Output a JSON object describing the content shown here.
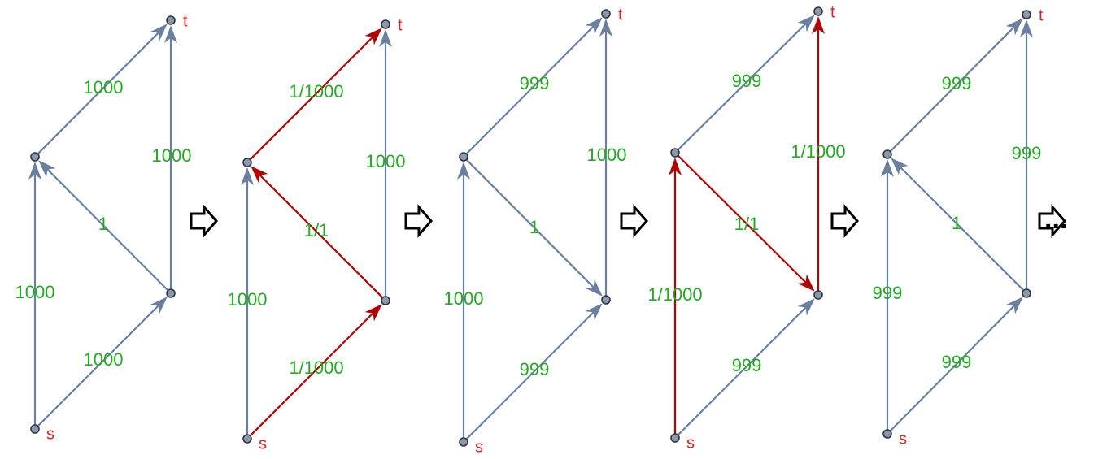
{
  "colors": {
    "edge_default": "#6b7fa0",
    "edge_highlight": "#b30000",
    "edge_label": "#22aa22",
    "node_label": "#dd2222",
    "node_fill": "#8b98a9",
    "node_stroke": "#2f3742"
  },
  "node_names": {
    "source": "s",
    "sink": "t"
  },
  "graphs": [
    {
      "edges": [
        {
          "from": "s",
          "to": "a",
          "label": "1000",
          "highlight": false
        },
        {
          "from": "s",
          "to": "b",
          "label": "1000",
          "highlight": false
        },
        {
          "from": "a",
          "to": "t",
          "label": "1000",
          "highlight": false
        },
        {
          "from": "b",
          "to": "t",
          "label": "1000",
          "highlight": false
        },
        {
          "from": "b",
          "to": "a",
          "label": "1",
          "highlight": false
        }
      ]
    },
    {
      "edges": [
        {
          "from": "s",
          "to": "a",
          "label": "1000",
          "highlight": false
        },
        {
          "from": "s",
          "to": "b",
          "label": "1/1000",
          "highlight": true
        },
        {
          "from": "a",
          "to": "t",
          "label": "1/1000",
          "highlight": true
        },
        {
          "from": "b",
          "to": "t",
          "label": "1000",
          "highlight": false
        },
        {
          "from": "b",
          "to": "a",
          "label": "1/1",
          "highlight": true
        }
      ]
    },
    {
      "edges": [
        {
          "from": "s",
          "to": "a",
          "label": "1000",
          "highlight": false
        },
        {
          "from": "s",
          "to": "b",
          "label": "999",
          "highlight": false
        },
        {
          "from": "a",
          "to": "t",
          "label": "999",
          "highlight": false
        },
        {
          "from": "b",
          "to": "t",
          "label": "1000",
          "highlight": false
        },
        {
          "from": "a",
          "to": "b",
          "label": "1",
          "highlight": false
        }
      ]
    },
    {
      "edges": [
        {
          "from": "s",
          "to": "a",
          "label": "1/1000",
          "highlight": true
        },
        {
          "from": "s",
          "to": "b",
          "label": "999",
          "highlight": false
        },
        {
          "from": "a",
          "to": "t",
          "label": "999",
          "highlight": false
        },
        {
          "from": "b",
          "to": "t",
          "label": "1/1000",
          "highlight": true
        },
        {
          "from": "a",
          "to": "b",
          "label": "1/1",
          "highlight": true
        }
      ]
    },
    {
      "edges": [
        {
          "from": "s",
          "to": "a",
          "label": "999",
          "highlight": false
        },
        {
          "from": "s",
          "to": "b",
          "label": "999",
          "highlight": false
        },
        {
          "from": "a",
          "to": "t",
          "label": "999",
          "highlight": false
        },
        {
          "from": "b",
          "to": "t",
          "label": "999",
          "highlight": false
        },
        {
          "from": "b",
          "to": "a",
          "label": "1",
          "highlight": false
        }
      ]
    }
  ],
  "continuation": "..."
}
